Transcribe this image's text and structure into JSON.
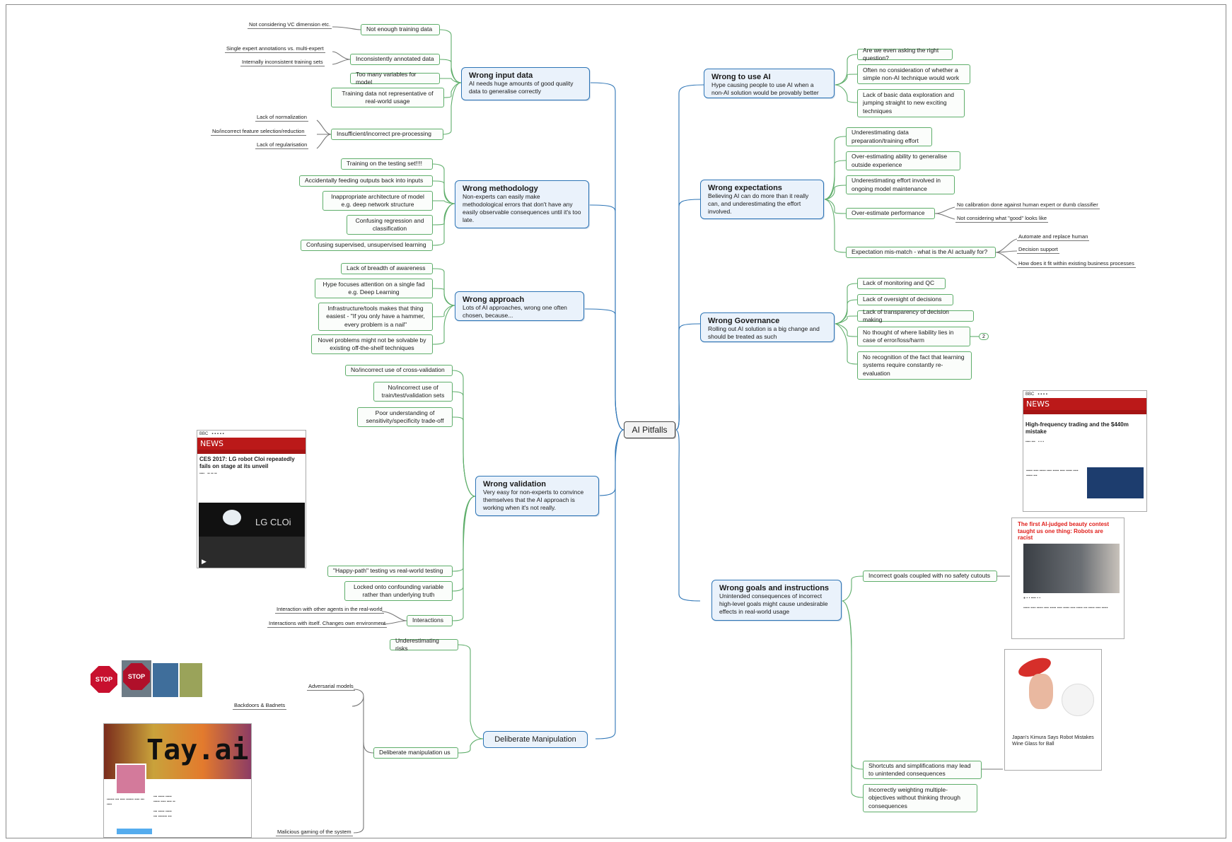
{
  "center": "AI Pitfalls",
  "left": {
    "input_data": {
      "title": "Wrong input data",
      "desc": "AI needs huge amounts of good quality data to generalise correctly",
      "not_enough": "Not enough training data",
      "vc_dim": "Not considering VC dimension etc.",
      "inconsistent": "Inconsistently annotated data",
      "single_multi": "Single expert annotations vs. multi-expert",
      "internally": "Internally inconsistent training sets",
      "too_many": "Too many variables for model",
      "not_repr": "Training data not representative of real-world usage",
      "insufficient": "Insufficient/incorrect pre-processing",
      "normalization": "Lack of normalization",
      "feature_sel": "No/incorrect feature selection/reduction",
      "regularisation": "Lack of regularisation"
    },
    "methodology": {
      "title": "Wrong  methodology",
      "desc": "Non-experts can easily make methodological errors that don't have any easily observable consequences until it's too late.",
      "testing_set": "Training on the testing set!!!!",
      "feeding": "Accidentally feeding outputs back into inputs",
      "architecture": "Inappropriate architecture of model e.g. deep network structure",
      "regression": "Confusing regression and classification",
      "supervised": "Confusing supervised, unsupervised learning"
    },
    "approach": {
      "title": "Wrong approach",
      "desc": "Lots of AI approaches, wrong one often chosen, because...",
      "breadth": "Lack of breadth of awareness",
      "hype": "Hype focuses attention on a single fad e.g. Deep Learning",
      "infrastructure": "Infrastructure/tools makes that thing easiest - \"If you only have a hammer, every problem is a nail\"",
      "novel": "Novel problems might not be solvable by existing off-the-shelf techniques"
    },
    "validation": {
      "title": "Wrong  validation",
      "desc": "Very easy for non-experts to convince themselves that the AI approach is working when it's not really.",
      "cross_val": "No/incorrect use of cross-validation",
      "train_test": "No/incorrect use of train/test/validation sets",
      "sensitivity": "Poor understanding of sensitivity/specificity trade-off",
      "happy_path": "\"Happy-path\" testing vs real-world testing",
      "confounding": "Locked onto confounding variable rather than underlying truth",
      "interactions": "Interactions",
      "other_agents": "Interaction with other agents in the real-world",
      "itself": "Interactions with itself. Changes own environment"
    },
    "manipulation": {
      "title": "Deliberate Manipulation",
      "risks": "Underestimating risks",
      "manip_us": "Deliberate manipulation us",
      "adversarial": "Adversarial models",
      "backdoors": "Backdoors & Badnets",
      "malicious": "Malicious gaming of the system"
    }
  },
  "right": {
    "use_ai": {
      "title": "Wrong to use AI",
      "desc": "Hype causing people to use AI when a non-AI solution would be provably better",
      "right_q": "Are we even asking the right question?",
      "non_ai": "Often no consideration of whether a simple non-AI technique would work",
      "exploration": "Lack of basic data exploration and jumping straight to new exciting techniques"
    },
    "expectations": {
      "title": "Wrong expectations",
      "desc": "Believing AI can do more than it really can, and underestimating the effort involved.",
      "data_prep": "Underestimating data preparation/training effort",
      "generalise": "Over-estimating ability to generalise outside experience",
      "maintenance": "Underestimating effort involved in ongoing model maintenance",
      "performance": "Over-estimate performance",
      "calibration": "No calibration done against human expert or dumb classifier",
      "good": "Not considering what \"good\" looks like",
      "mismatch": "Expectation mis-match - what is the AI actually for?",
      "automate": "Automate and replace human",
      "decision": "Decision support",
      "business": "How does it fit within existing business processes"
    },
    "governance": {
      "title": "Wrong Governance",
      "desc": "Rolling out AI solution is a big change and should be treated as such",
      "monitoring": "Lack of monitoring and QC",
      "oversight": "Lack of oversight of decisions",
      "transparency": "Lack of transparency of decision making",
      "liability": "No thought of where liability lies in case of error/loss/harm",
      "badge": "2",
      "reevaluation": "No recognition of the fact that learning systems require constantly re-evaluation"
    },
    "goals": {
      "title": "Wrong goals and instructions",
      "desc": "Unintended consequences of incorrect high-level goals might cause undesirable effects in real-world usage",
      "safety": "Incorrect goals coupled with no safety cutouts",
      "shortcuts": "Shortcuts and simplifications may lead to unintended consequences",
      "weighting": "Incorrectly weighting multiple-objectives without thinking through consequences"
    }
  },
  "images": {
    "lg_headline": "CES 2017: LG robot Cloi repeatedly fails on stage at its unveil",
    "lg_logo": "LG CLOi",
    "news": "NEWS",
    "trading_headline": "High-frequency trading and the $440m mistake",
    "beauty_headline": "The first AI-judged beauty contest taught us one thing: Robots are racist",
    "robot_caption": "Japan's Kimura Says Robot Mistakes Wine Glass for Ball",
    "tay": "Tay.ai",
    "stop": "STOP"
  },
  "colors": {
    "main_border": "#2e75b6",
    "main_fill": "#eaf2fb",
    "sub_border": "#5fae6b",
    "link_main": "#2e75b6",
    "link_sub": "#5fae6b",
    "news_red": "#bb1919"
  }
}
